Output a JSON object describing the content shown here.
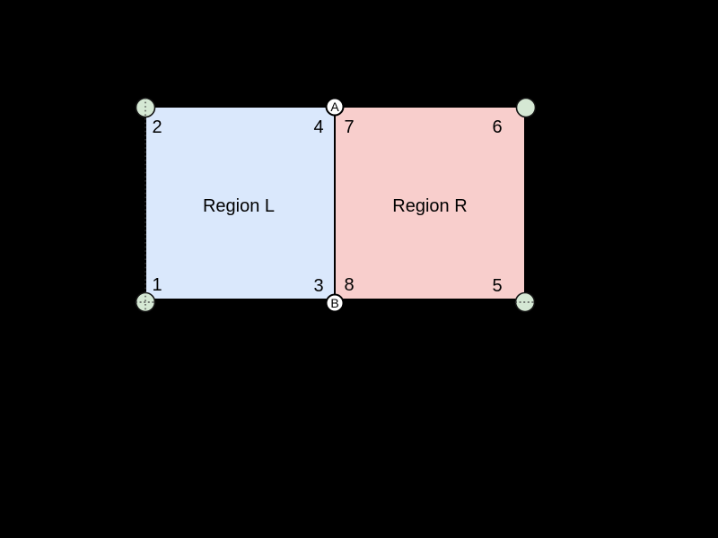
{
  "colors": {
    "background": "#000000",
    "region_l_fill": "#dae8fc",
    "region_r_fill": "#f8cecc",
    "handle_fill": "#d5e8d4",
    "vertex_fill": "#ffffff",
    "stroke": "#000000",
    "guide_stroke": "#3d3d3d"
  },
  "regions": [
    {
      "id": "L",
      "label": "Region L"
    },
    {
      "id": "R",
      "label": "Region R"
    }
  ],
  "corners": [
    {
      "region": "Region L",
      "position": "bottom-left",
      "label": "1"
    },
    {
      "region": "Region L",
      "position": "top-left",
      "label": "2"
    },
    {
      "region": "Region L",
      "position": "bottom-right",
      "label": "3"
    },
    {
      "region": "Region L",
      "position": "top-right",
      "label": "4"
    },
    {
      "region": "Region R",
      "position": "bottom-right",
      "label": "5"
    },
    {
      "region": "Region R",
      "position": "top-right",
      "label": "6"
    },
    {
      "region": "Region R",
      "position": "top-left",
      "label": "7"
    },
    {
      "region": "Region R",
      "position": "bottom-left",
      "label": "8"
    }
  ],
  "vertices": [
    {
      "position": "top",
      "label": "A"
    },
    {
      "position": "bottom",
      "label": "B"
    }
  ]
}
